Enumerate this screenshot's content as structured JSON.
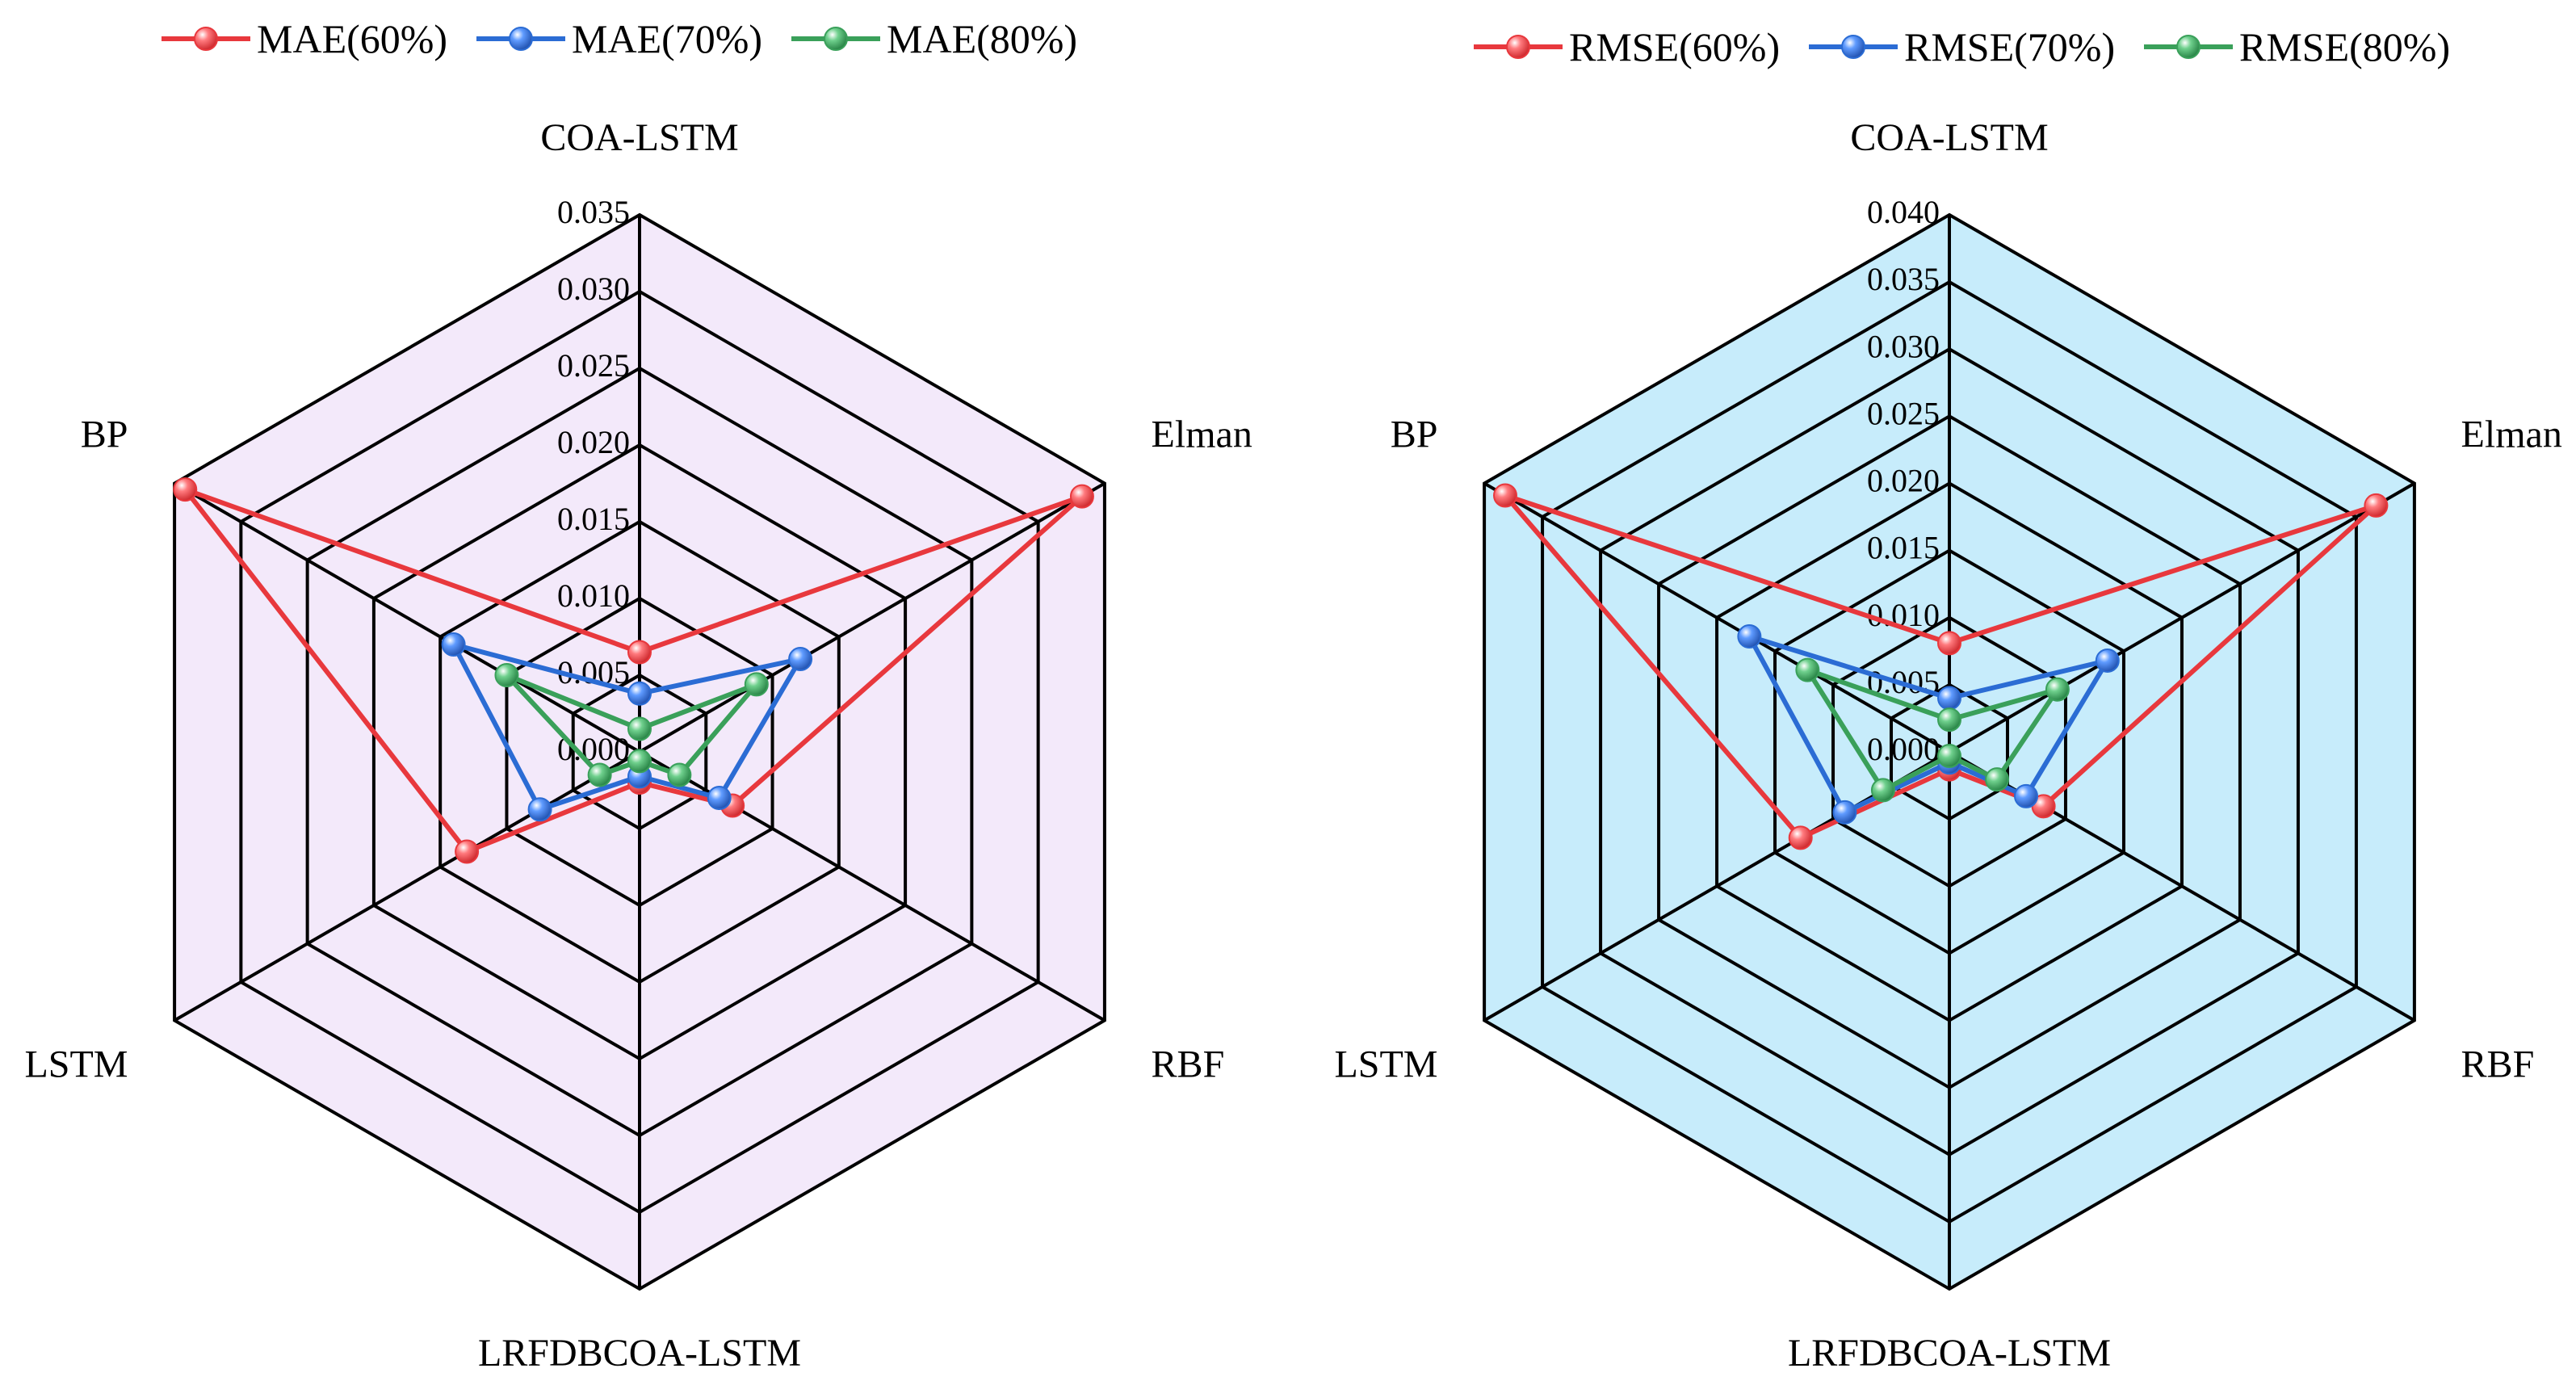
{
  "chart_data": [
    {
      "type": "radar",
      "background": "#f3e9fa",
      "axes": [
        "COA-LSTM",
        "Elman",
        "RBF",
        "LRFDBCOA-LSTM",
        "LSTM",
        "BP"
      ],
      "rlim": [
        0,
        0.035
      ],
      "ticks": [
        "0.000",
        "0.005",
        "0.010",
        "0.015",
        "0.020",
        "0.025",
        "0.030",
        "0.035"
      ],
      "grid": true,
      "legend_position": "top",
      "series": [
        {
          "name": "MAE(60%)",
          "color": "#e8383d",
          "values": [
            0.0065,
            0.0333,
            0.007,
            0.002,
            0.013,
            0.0342
          ]
        },
        {
          "name": "MAE(70%)",
          "color": "#2b6cd4",
          "values": [
            0.0038,
            0.0121,
            0.006,
            0.0016,
            0.0075,
            0.014
          ]
        },
        {
          "name": "MAE(80%)",
          "color": "#3aa05a",
          "values": [
            0.0015,
            0.0088,
            0.003,
            0.0006,
            0.003,
            0.01
          ]
        }
      ]
    },
    {
      "type": "radar",
      "background": "#c7ecfb",
      "axes": [
        "COA-LSTM",
        "Elman",
        "RBF",
        "LRFDBCOA-LSTM",
        "LSTM",
        "BP"
      ],
      "rlim": [
        0,
        0.04
      ],
      "ticks": [
        "0.000",
        "0.005",
        "0.010",
        "0.015",
        "0.020",
        "0.025",
        "0.030",
        "0.035",
        "0.040"
      ],
      "grid": true,
      "legend_position": "top",
      "series": [
        {
          "name": "RMSE(60%)",
          "color": "#e8383d",
          "values": [
            0.0081,
            0.0367,
            0.0081,
            0.0013,
            0.0128,
            0.0382
          ]
        },
        {
          "name": "RMSE(70%)",
          "color": "#2b6cd4",
          "values": [
            0.004,
            0.0136,
            0.0066,
            0.0008,
            0.009,
            0.0172
          ]
        },
        {
          "name": "RMSE(80%)",
          "color": "#3aa05a",
          "values": [
            0.0024,
            0.0093,
            0.0041,
            0.0003,
            0.0057,
            0.0122
          ]
        }
      ]
    }
  ]
}
